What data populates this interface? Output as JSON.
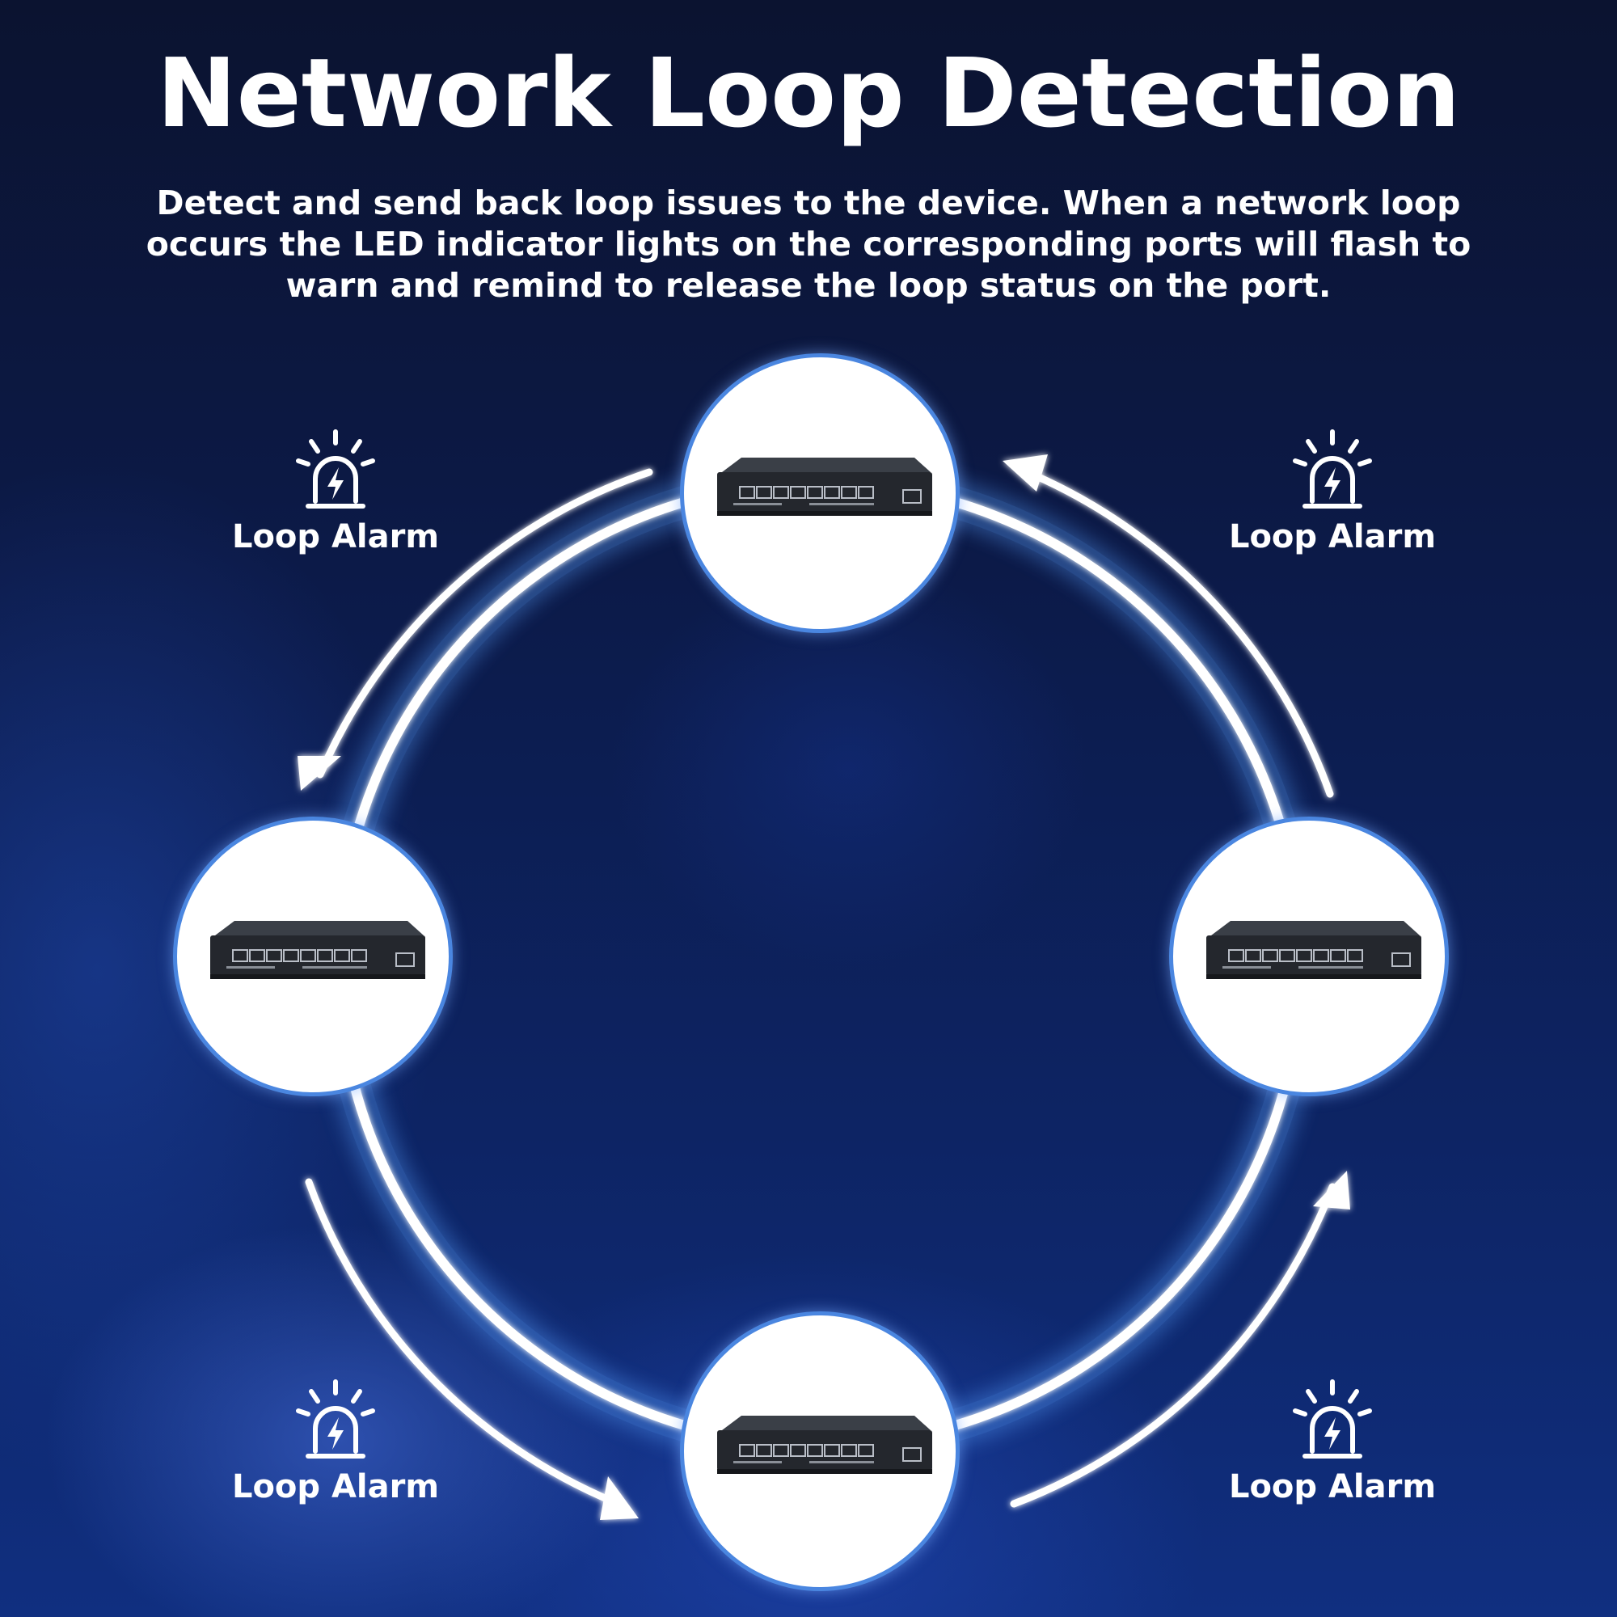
{
  "header": {
    "title": "Network Loop Detection",
    "description": "Detect and send back loop issues to the device. When a network loop occurs the LED indicator lights on the corresponding ports will flash to warn and remind to release the loop status on the port."
  },
  "nodes": [
    {
      "position": "top",
      "device": "switch-icon"
    },
    {
      "position": "left",
      "device": "switch-icon"
    },
    {
      "position": "right",
      "device": "switch-icon"
    },
    {
      "position": "bottom",
      "device": "switch-icon"
    }
  ],
  "alarms": [
    {
      "position": "top-left",
      "label": "Loop Alarm",
      "icon": "siren-alarm-icon"
    },
    {
      "position": "top-right",
      "label": "Loop Alarm",
      "icon": "siren-alarm-icon"
    },
    {
      "position": "bottom-left",
      "label": "Loop Alarm",
      "icon": "siren-alarm-icon"
    },
    {
      "position": "bottom-right",
      "label": "Loop Alarm",
      "icon": "siren-alarm-icon"
    }
  ],
  "flow": {
    "direction": "counter-clockwise",
    "colors": {
      "ring": "#ffffff",
      "glow": "#6fb0ff",
      "node_border": "#4a86e0"
    }
  }
}
